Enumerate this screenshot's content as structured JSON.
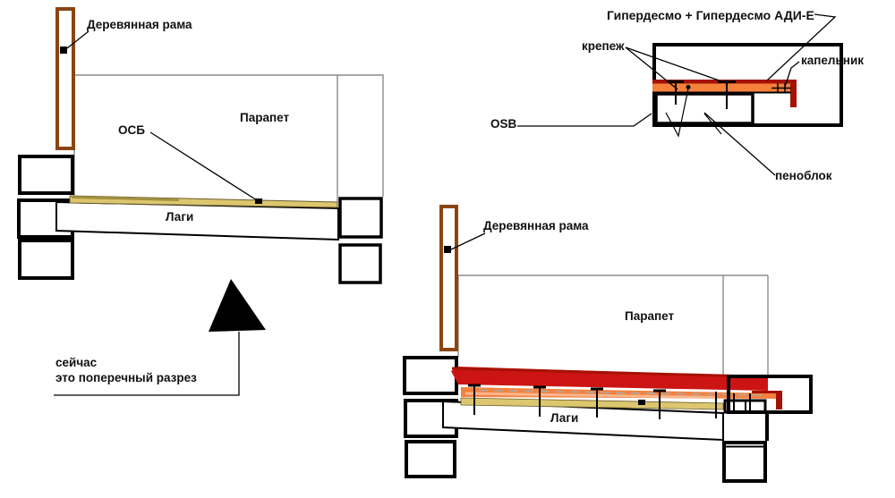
{
  "colors": {
    "frame_brown": "#8B4513",
    "coating_red": "#CC1414",
    "coating_dark_red": "#A51205",
    "coating_orange": "#F5813D",
    "osb_tan": "#DCC66E",
    "outline_gray": "#8C8C8C"
  },
  "left_diagram": {
    "frame_label": "Деревянная рама",
    "parapet_label": "Парапет",
    "osb_label": "ОСБ",
    "joists_label": "Лаги",
    "note_line1": "сейчас",
    "note_line2": "это поперечный разрез"
  },
  "detail_diagram": {
    "title": "Гипердесмо + Гипердесмо АДИ-Е",
    "fastener_label": "крепеж",
    "drip_edge_label": "капельник",
    "osb_label": "OSB",
    "foam_block_label": "пеноблок"
  },
  "right_diagram": {
    "frame_label": "Деревянная рама",
    "parapet_label": "Парапет",
    "joists_label": "Лаги"
  }
}
